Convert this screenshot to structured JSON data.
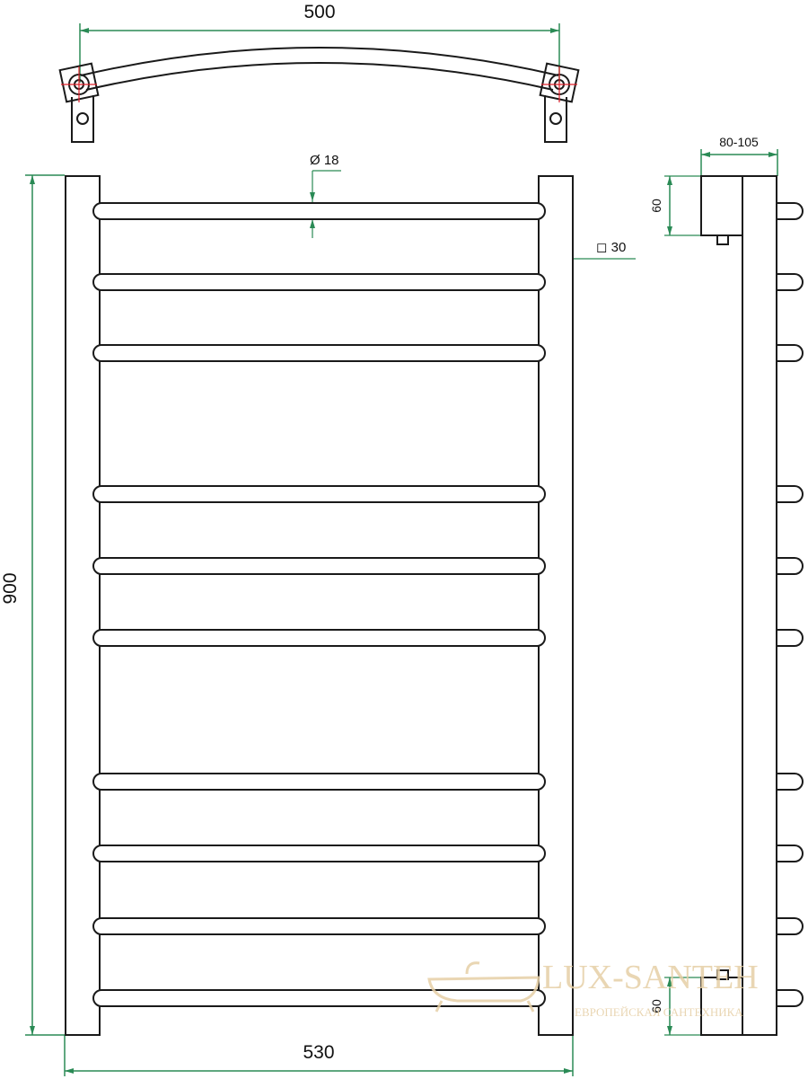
{
  "dimensions": {
    "top_width": "500",
    "bottom_width": "530",
    "height": "900",
    "bar_diameter": "Ø 18",
    "frame_section": "◻ 30",
    "wall_offset": "80-105",
    "upper_bracket_height": "60",
    "lower_bracket_height": "60"
  },
  "watermark": {
    "brand": "LUX-SANTEH",
    "tagline": "ЕВРОПЕЙСКАЯ САНТЕХНИКА"
  },
  "colors": {
    "dimension_line": "#2a8a55",
    "outline": "#1a1a1a",
    "center_mark": "#e0202a",
    "watermark": "#e6cfa6"
  }
}
